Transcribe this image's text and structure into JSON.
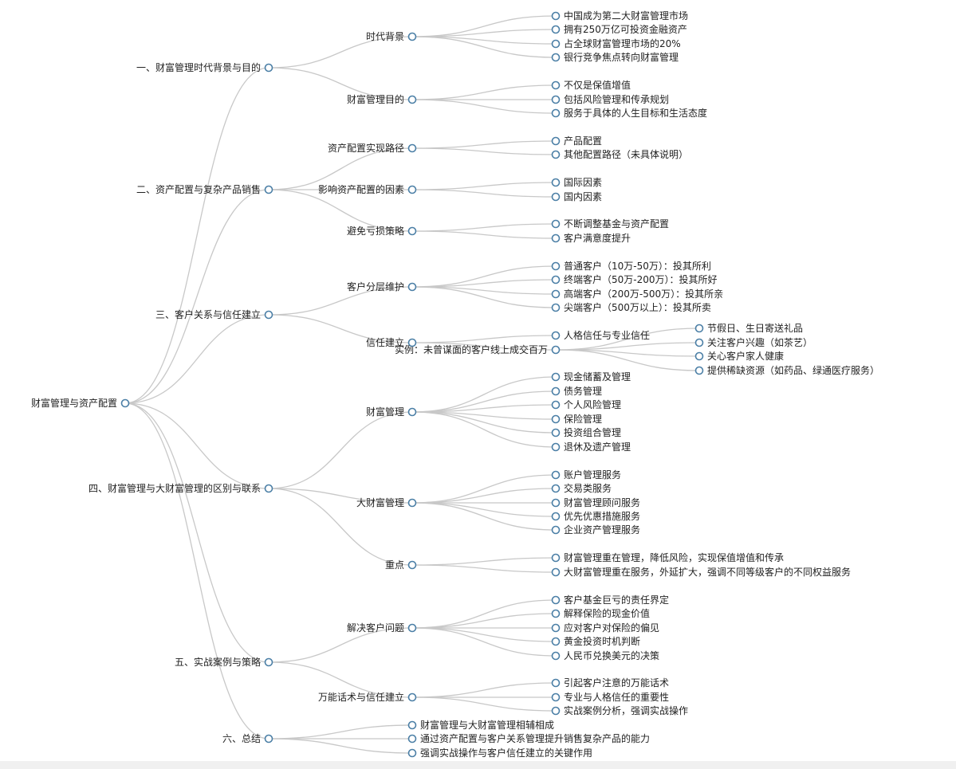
{
  "tree": {
    "label": "财富管理与资产配置",
    "children": [
      {
        "label": "一、财富管理时代背景与目的",
        "children": [
          {
            "label": "时代背景",
            "children": [
              {
                "label": "中国成为第二大财富管理市场"
              },
              {
                "label": "拥有250万亿可投资金融资产"
              },
              {
                "label": "占全球财富管理市场的20%"
              },
              {
                "label": "银行竞争焦点转向财富管理"
              }
            ]
          },
          {
            "label": "财富管理目的",
            "children": [
              {
                "label": "不仅是保值增值"
              },
              {
                "label": "包括风险管理和传承规划"
              },
              {
                "label": "服务于具体的人生目标和生活态度"
              }
            ]
          }
        ]
      },
      {
        "label": "二、资产配置与复杂产品销售",
        "children": [
          {
            "label": "资产配置实现路径",
            "children": [
              {
                "label": "产品配置"
              },
              {
                "label": "其他配置路径（未具体说明）"
              }
            ]
          },
          {
            "label": "影响资产配置的因素",
            "children": [
              {
                "label": "国际因素"
              },
              {
                "label": "国内因素"
              }
            ]
          },
          {
            "label": "避免亏损策略",
            "children": [
              {
                "label": "不断调整基金与资产配置"
              },
              {
                "label": "客户满意度提升"
              }
            ]
          }
        ]
      },
      {
        "label": "三、客户关系与信任建立",
        "children": [
          {
            "label": "客户分层维护",
            "children": [
              {
                "label": "普通客户（10万-50万）：投其所利"
              },
              {
                "label": "终端客户（50万-200万）：投其所好"
              },
              {
                "label": "高端客户（200万-500万）：投其所亲"
              },
              {
                "label": "尖端客户（500万以上）：投其所卖"
              }
            ]
          },
          {
            "label": "信任建立",
            "children": [
              {
                "label": "人格信任与专业信任"
              },
              {
                "label": "实例：未曾谋面的客户线上成交百万",
                "children": [
                  {
                    "label": "节假日、生日寄送礼品"
                  },
                  {
                    "label": "关注客户兴趣（如茶艺）"
                  },
                  {
                    "label": "关心客户家人健康"
                  },
                  {
                    "label": "提供稀缺资源（如药品、绿通医疗服务）"
                  }
                ]
              }
            ]
          }
        ]
      },
      {
        "label": "四、财富管理与大财富管理的区别与联系",
        "children": [
          {
            "label": "财富管理",
            "children": [
              {
                "label": "现金储蓄及管理"
              },
              {
                "label": "债务管理"
              },
              {
                "label": "个人风险管理"
              },
              {
                "label": "保险管理"
              },
              {
                "label": "投资组合管理"
              },
              {
                "label": "退休及遗产管理"
              }
            ]
          },
          {
            "label": "大财富管理",
            "children": [
              {
                "label": "账户管理服务"
              },
              {
                "label": "交易类服务"
              },
              {
                "label": "财富管理顾问服务"
              },
              {
                "label": "优先优惠措施服务"
              },
              {
                "label": "企业资产管理服务"
              }
            ]
          },
          {
            "label": "重点",
            "children": [
              {
                "label": "财富管理重在管理，降低风险，实现保值增值和传承"
              },
              {
                "label": "大财富管理重在服务，外延扩大，强调不同等级客户的不同权益服务"
              }
            ]
          }
        ]
      },
      {
        "label": "五、实战案例与策略",
        "children": [
          {
            "label": "解决客户问题",
            "children": [
              {
                "label": "客户基金巨亏的责任界定"
              },
              {
                "label": "解释保险的现金价值"
              },
              {
                "label": "应对客户对保险的偏见"
              },
              {
                "label": "黄金投资时机判断"
              },
              {
                "label": "人民币兑换美元的决策"
              }
            ]
          },
          {
            "label": "万能话术与信任建立",
            "children": [
              {
                "label": "引起客户注意的万能话术"
              },
              {
                "label": "专业与人格信任的重要性"
              },
              {
                "label": "实战案例分析，强调实战操作"
              }
            ]
          }
        ]
      },
      {
        "label": "六、总结",
        "children": [
          {
            "label": "财富管理与大财富管理相辅相成"
          },
          {
            "label": "通过资产配置与客户关系管理提升销售复杂产品的能力"
          },
          {
            "label": "强调实战操作与客户信任建立的关键作用"
          }
        ]
      }
    ]
  }
}
